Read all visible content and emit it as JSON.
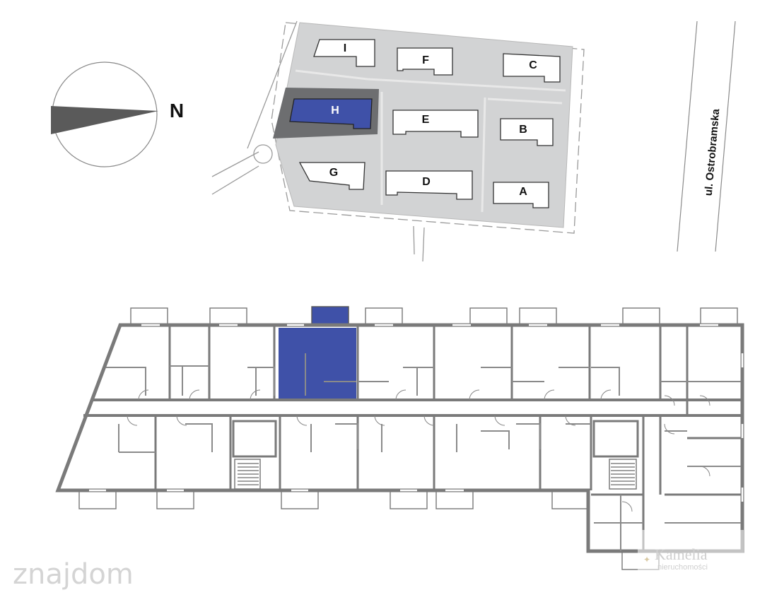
{
  "compass": {
    "north_label": "N"
  },
  "street": {
    "name": "ul. Ostrobramska"
  },
  "site_plan": {
    "buildings": [
      "I",
      "F",
      "C",
      "H",
      "E",
      "B",
      "G",
      "D",
      "A"
    ],
    "highlighted_building": "H",
    "highlight_color": "#3f51a8"
  },
  "floor_plan": {
    "highlighted_unit_color": "#3f51a8",
    "wall_color": "#7a7a7a"
  },
  "watermarks": {
    "site": "znajdom",
    "broker_line1": "Kamelia",
    "broker_line2": "nieruchomości"
  }
}
